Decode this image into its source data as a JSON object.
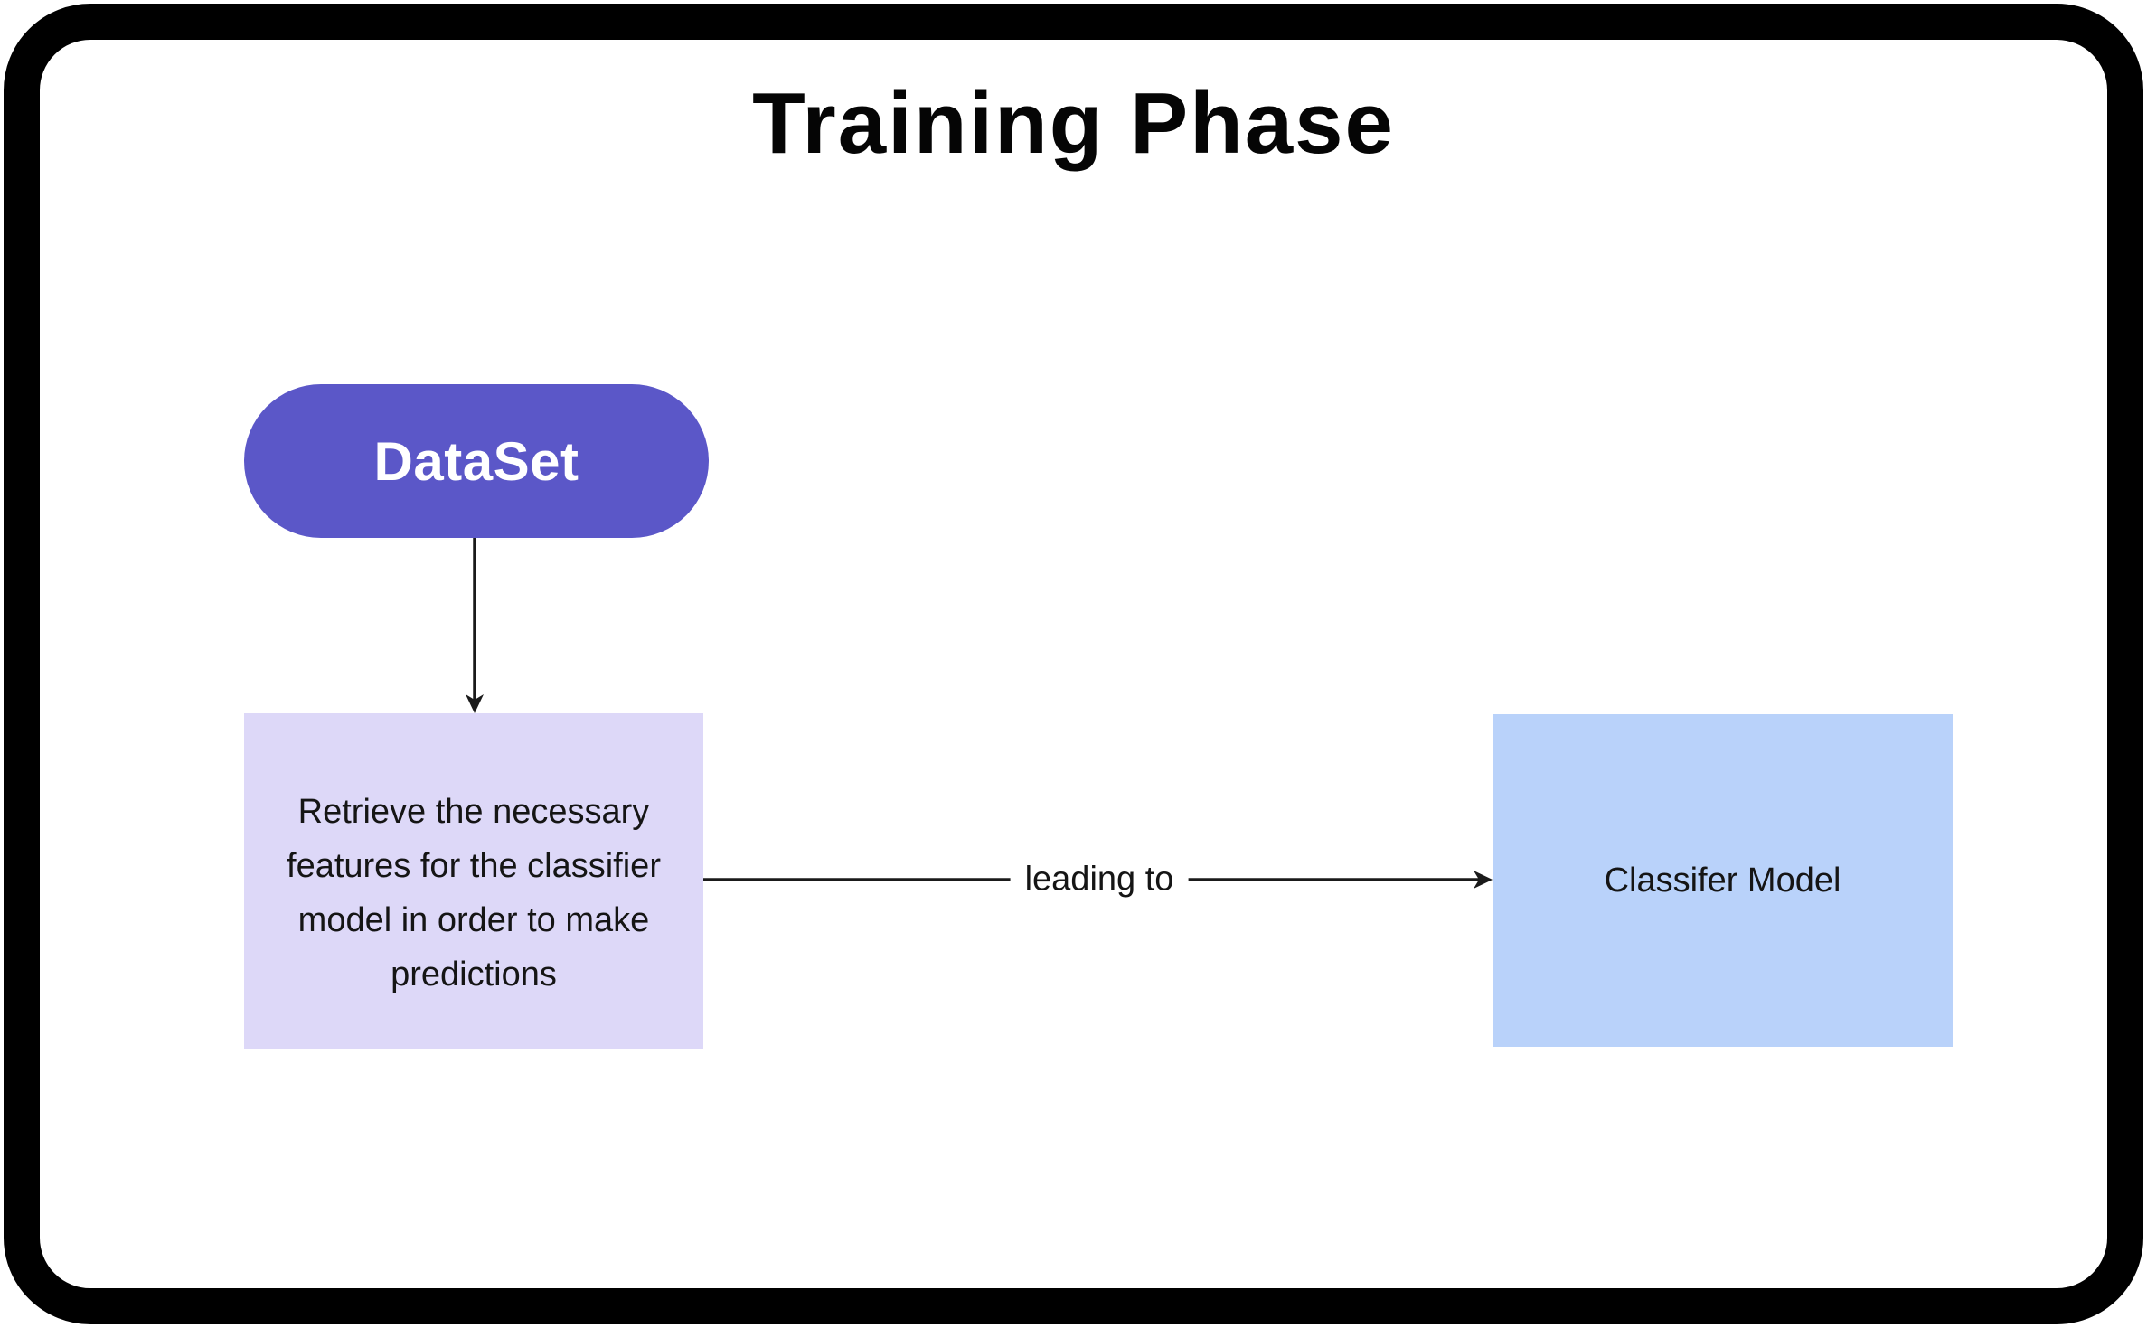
{
  "title": "Training Phase",
  "nodes": {
    "dataset": {
      "label": "DataSet"
    },
    "retrieve": {
      "label": "Retrieve the necessary features for the classifier model in order to make predictions",
      "lines": [
        "Retrieve the necessary",
        "features for the classifier",
        "model in order to make",
        "predictions"
      ]
    },
    "classifier": {
      "label": "Classifer Model"
    }
  },
  "edges": {
    "retrieve_to_classifier": {
      "label": "leading to"
    }
  },
  "colors": {
    "frame": "#000000",
    "canvas_background": "#ffffff",
    "dataset_fill": "#5b57c8",
    "dataset_text": "#ffffff",
    "retrieve_fill": "#ddd8f8",
    "classifier_fill": "#b9d2fa",
    "body_text": "#151515",
    "title_text": "#050505",
    "arrow": "#1a1a1a"
  }
}
